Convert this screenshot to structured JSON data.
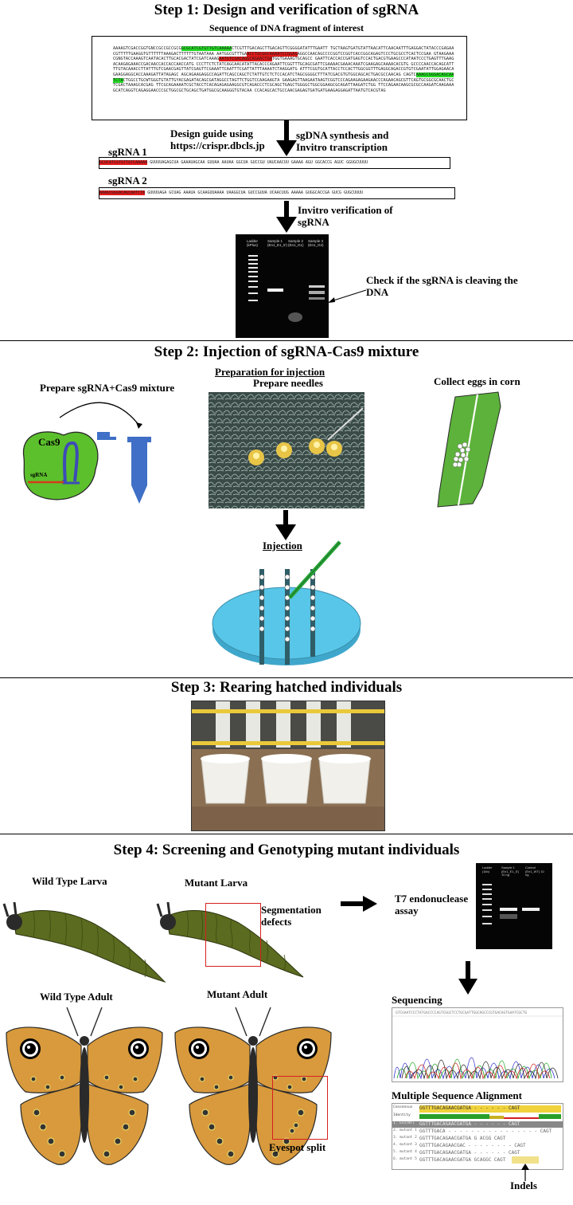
{
  "step1": {
    "title": "Step 1: Design and verification of sgRNA",
    "seq_label": "Sequence of DNA fragment of interest",
    "sequence_lines": [
      "AAAAGTCGACCGGTGNCCGCCGCCGCG",
      "GCGCATCGTGTTGTCAAAAA",
      "CTCGTTTGACAGCTTGACAGTTCGGGGATATTTGAATT TGCTAAGTGATGTATTAACATTCAACAATTTGAGGACTATACCCGAGAACGTTTTTGAAGGTGTTTTTTAAAGACTTTTTTGTAATAAA AATGGCGTTTGA",
      "ACCTGCGGCAAAATCCGGAG",
      "AGGCCAACAGCCCCGGTCCGGTCACCGGCAGAGTCCCTGCGCCTCACTCCGAA GTAAGAAACGNGTACCAAAGTCAATACACTTGCACGACTATCGATCAAAG",
      "AATGTCGACAGGCAGAACTGA",
      "TGGTGAAAGTGCAGCC GAATTCACCACCGATGAGTCCACTGACGTGAAGCCCATAATCCCTGAGTTTGAAGACAAGAGAAACCGACAACCACCACCAACCATG CCCTTCTCTATCAGCAACATATTACACCCAGAATTCGGTTTGCAGCGATTCGAAAACGAAACAAATCGAAGAGCAAAACACGTG GCCCCAACCACAGCATTTTGTACAAACCTTATTTGTCGAACGAGTTATCGAGTTCGAAATTCAATTTCGATTATTTAAAATCTAAGGATG ATTTCGGTGCATTACCTCCACTTGGCGGTTTGAGGCAGACCGTGTCGAATATTGGAGAACAGAAGGAGGCACCAAAGATTATAGAGC AGCAGAAGAGGCCAGATTCAGCCAGCTCTATTGTCTCTCCACATCTAGCGGGGCTTTATCGACGTGTGGCAGCACTGACGCCAACAG CAGTC",
      "AAAGCGGGACAGCAATCTA",
      "CTGGCCTGCWTGGGTGTATTGYACGAGATACAGCGATAGGCCTAGTTCTGGTCCAAGAAGTA GAAGAGTTAAGAATAAGTCGGTCCCAGAAGAGAAGAACCCAGAACAGCGTTCAGTGCGGCGCAACTGCTCGACTAAAGCACGAG TTCGCAGAAAATCGCTACCTCACAGAGAGAAGGCGTCAGACCCTCGCAGCTGAGCTGGGGCTGGCGGAAGCGCAGATTAAGATCTGG TTCCAGAACAAGCGCGCCAAGATCAAGAAAGCATCAGGTCAGAGGAACCCGCTGGCGCTGCAGCTGATGGCGCAAGGGTGTACAA CCACAGCACTGCCAACGAGAGTGATGATGAAGAGGAGATTAATGTCACGTAG"
    ],
    "design_guide_label": "Design guide using https://crispr.dbcls.jp",
    "synthesis_label": "sgDNA synthesis and Invitro transcription",
    "sgrna1_label": "sgRNA 1",
    "sgrna1_target": "GCGCATCGTGTTGTCAAAAA",
    "sgrna1_rest": "GUUUUAGAGCUA GAAAUAGCAA GUUAA AAUAA GGCUA GUCCGU UAUCAACUU GAAAA AGU GGCACCG AGUC GGUGCUUUU",
    "sgrna2_label": "sgRNA 2",
    "sgrna2_target": "AAAGCGGGACAGCAATCTA",
    "sgrna2_rest": "GUUUUAGA GCUAG AAAUA GCAAGUUAAAA UAAGGCUA GUCCGUUA UCAACUUG AAAAA GUGGCACCGA GUCG GUGCUUUU",
    "verification_label": "Invitro verification of sgRNA",
    "gel_lanes": [
      "Ladder (kPlus)",
      "Sample 1 (En1_E1_5')",
      "Sample 2 (En1_G1)",
      "Sample 3 (En1_G2)"
    ],
    "gel_note": "Check if the sgRNA is cleaving the DNA"
  },
  "step2": {
    "title": "Step 2: Injection of sgRNA-Cas9 mixture",
    "prep_mixture_label": "Prepare sgRNA+Cas9 mixture",
    "cas9_label": "Cas9",
    "sgrna_label": "sgRNA",
    "prep_injection_label": "Preparation for injection",
    "prep_needles_label": "Prepare needles",
    "collect_eggs_label": "Collect eggs in corn",
    "injection_label": "Injection"
  },
  "step3": {
    "title": "Step 3: Rearing hatched individuals"
  },
  "step4": {
    "title": "Step 4: Screening and Genotyping mutant individuals",
    "wt_larva_label": "Wild Type Larva",
    "mutant_larva_label": "Mutant Larva",
    "segmentation_label": "Segmentation defects",
    "t7_label": "T7 endonuclease assay",
    "wt_adult_label": "Wild Type Adult",
    "mutant_adult_label": "Mutant Adult",
    "eyespot_label": "Eyespot split",
    "sequencing_label": "Sequencing",
    "msa_label": "Multiple Sequence Alignment",
    "msa_rows": [
      {
        "name": "Consensus",
        "seq": "GGTTTGACAGAACGATGA - - - - - - CAGT"
      },
      {
        "name": "Identity",
        "seq": ""
      },
      {
        "name": "1. En1(WT)",
        "seq": "GGTTTGACAGAACGATGA - - - - - - CAGT"
      },
      {
        "name": "2. mutant 1",
        "seq": "GGTTTGACA - - - - - - - - - - - - - - - - CAGT"
      },
      {
        "name": "3. mutant 2",
        "seq": "GGTTTGACAGAACGATGA G ACGG CAGT"
      },
      {
        "name": "4. mutant 3",
        "seq": "GGTTTGACAGAACGAC - - - - - - - - CAGT"
      },
      {
        "name": "5. mutant 4",
        "seq": "GGTTTGACAGAACGATGA - - - - - - CAGT"
      },
      {
        "name": "6. mutant 5",
        "seq": "GGTTTGACAGAACGATGA GCAGGC CAGT"
      }
    ],
    "indels_label": "Indels",
    "t7_gel_lanes": [
      "Ladder (1kb)",
      "Sample 1 (En1_E1_5') 10 ng",
      "Control (En1_WT) 10 ng"
    ]
  },
  "colors": {
    "green_highlight": "#22dd22",
    "red_highlight": "#e21a1a",
    "larva": "#5b6b1f",
    "wing": "#d89a3c",
    "cas9": "#5cc02c",
    "tube": "#3f6fc6",
    "dish": "#58c6e8",
    "corn_leaf": "#5cb23a"
  }
}
